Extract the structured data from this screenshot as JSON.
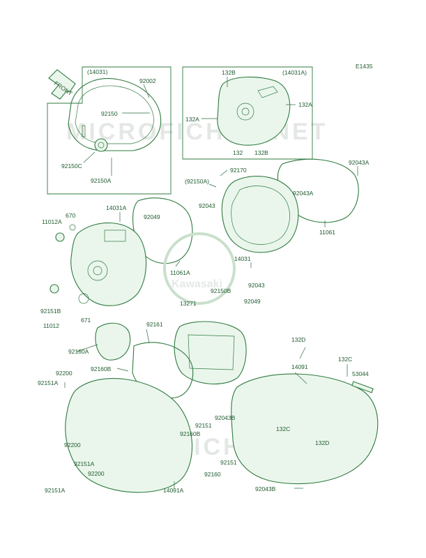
{
  "diagram_code": "E1435",
  "front_label": "FRONT",
  "watermarks": [
    "MICROFICHES.NET",
    "MICROFICHES.NET"
  ],
  "brand_logo_text": "Kawasaki",
  "colors": {
    "line": "#2f7a3f",
    "text": "#1f5a2e",
    "fill": "#eaf6ec",
    "watermark": "#cfd6d0"
  },
  "callouts": [
    "(14031)",
    "92002",
    "92150",
    "92150C",
    "92150A",
    "132B",
    "(14031A)",
    "132A",
    "132A",
    "132",
    "132B",
    "92043A",
    "92170",
    "(92150A)",
    "92043",
    "92043A",
    "11061",
    "670",
    "14031A",
    "11012A",
    "92049",
    "11061A",
    "14031",
    "92150B",
    "92043",
    "92151B",
    "92049",
    "671",
    "11012",
    "13271",
    "92161",
    "92160A",
    "132D",
    "92200",
    "92151A",
    "92160B",
    "14091",
    "132C",
    "53044",
    "92151",
    "92160B",
    "92043B",
    "132C",
    "92200",
    "92151A",
    "92200",
    "92151",
    "132D",
    "92160",
    "92151A",
    "14091A",
    "92043B"
  ]
}
